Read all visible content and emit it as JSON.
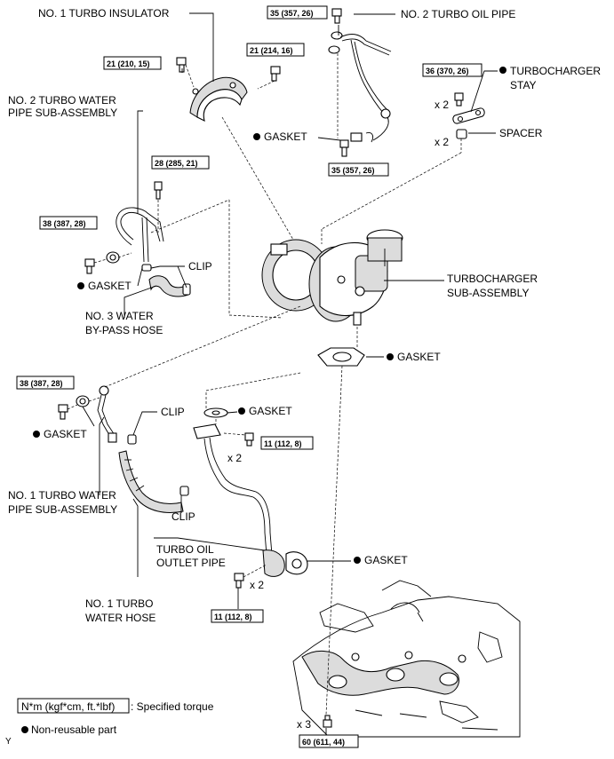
{
  "labels": {
    "no1_turbo_insulator": "NO. 1 TURBO INSULATOR",
    "no2_turbo_oil_pipe": "NO. 2 TURBO OIL PIPE",
    "turbocharger_stay_1": "TURBOCHARGER",
    "turbocharger_stay_2": "STAY",
    "spacer": "SPACER",
    "no2_water_pipe_1": "NO. 2 TURBO WATER",
    "no2_water_pipe_2": "PIPE SUB-ASSEMBLY",
    "gasket_top": "GASKET",
    "clip_mid": "CLIP",
    "gasket_mid_left": "GASKET",
    "no3_water_hose_1": "NO. 3 WATER",
    "no3_water_hose_2": "BY-PASS HOSE",
    "turbocharger_sub_1": "TURBOCHARGER",
    "turbocharger_sub_2": "SUB-ASSEMBLY",
    "gasket_turbo": "GASKET",
    "clip_lower": "CLIP",
    "gasket_oil_top": "GASKET",
    "gasket_lower_left": "GASKET",
    "no1_water_pipe_1": "NO. 1 TURBO WATER",
    "no1_water_pipe_2": "PIPE SUB-ASSEMBLY",
    "clip_bottom": "CLIP",
    "oil_outlet_1": "TURBO OIL",
    "oil_outlet_2": "OUTLET PIPE",
    "gasket_oil_bottom": "GASKET",
    "no1_water_hose_1": "NO. 1 TURBO",
    "no1_water_hose_2": "WATER HOSE"
  },
  "torques": {
    "t_35_top": "35 (357, 26)",
    "t_21_left": "21 (210, 15)",
    "t_21_right": "21 (214, 16)",
    "t_36": "36 (370, 26)",
    "t_35_mid": "35 (357, 26)",
    "t_28": "28 (285, 21)",
    "t_38_top": "38 (387, 28)",
    "t_38_low": "38 (387, 28)",
    "t_11_top": "11 (112, 8)",
    "t_11_bottom": "11 (112, 8)",
    "t_60": "60 (611, 44)"
  },
  "multipliers": {
    "x2_stay": "x 2",
    "x2_spacer": "x 2",
    "x2_oil_top": "x 2",
    "x2_oil_bottom": "x 2",
    "x3_manifold": "x 3"
  },
  "legend": {
    "torque_unit": "N*m (kgf*cm, ft.*lbf)",
    "torque_desc": ": Specified torque",
    "nonreusable": "Non-reusable part"
  },
  "corner_letter": "Y"
}
